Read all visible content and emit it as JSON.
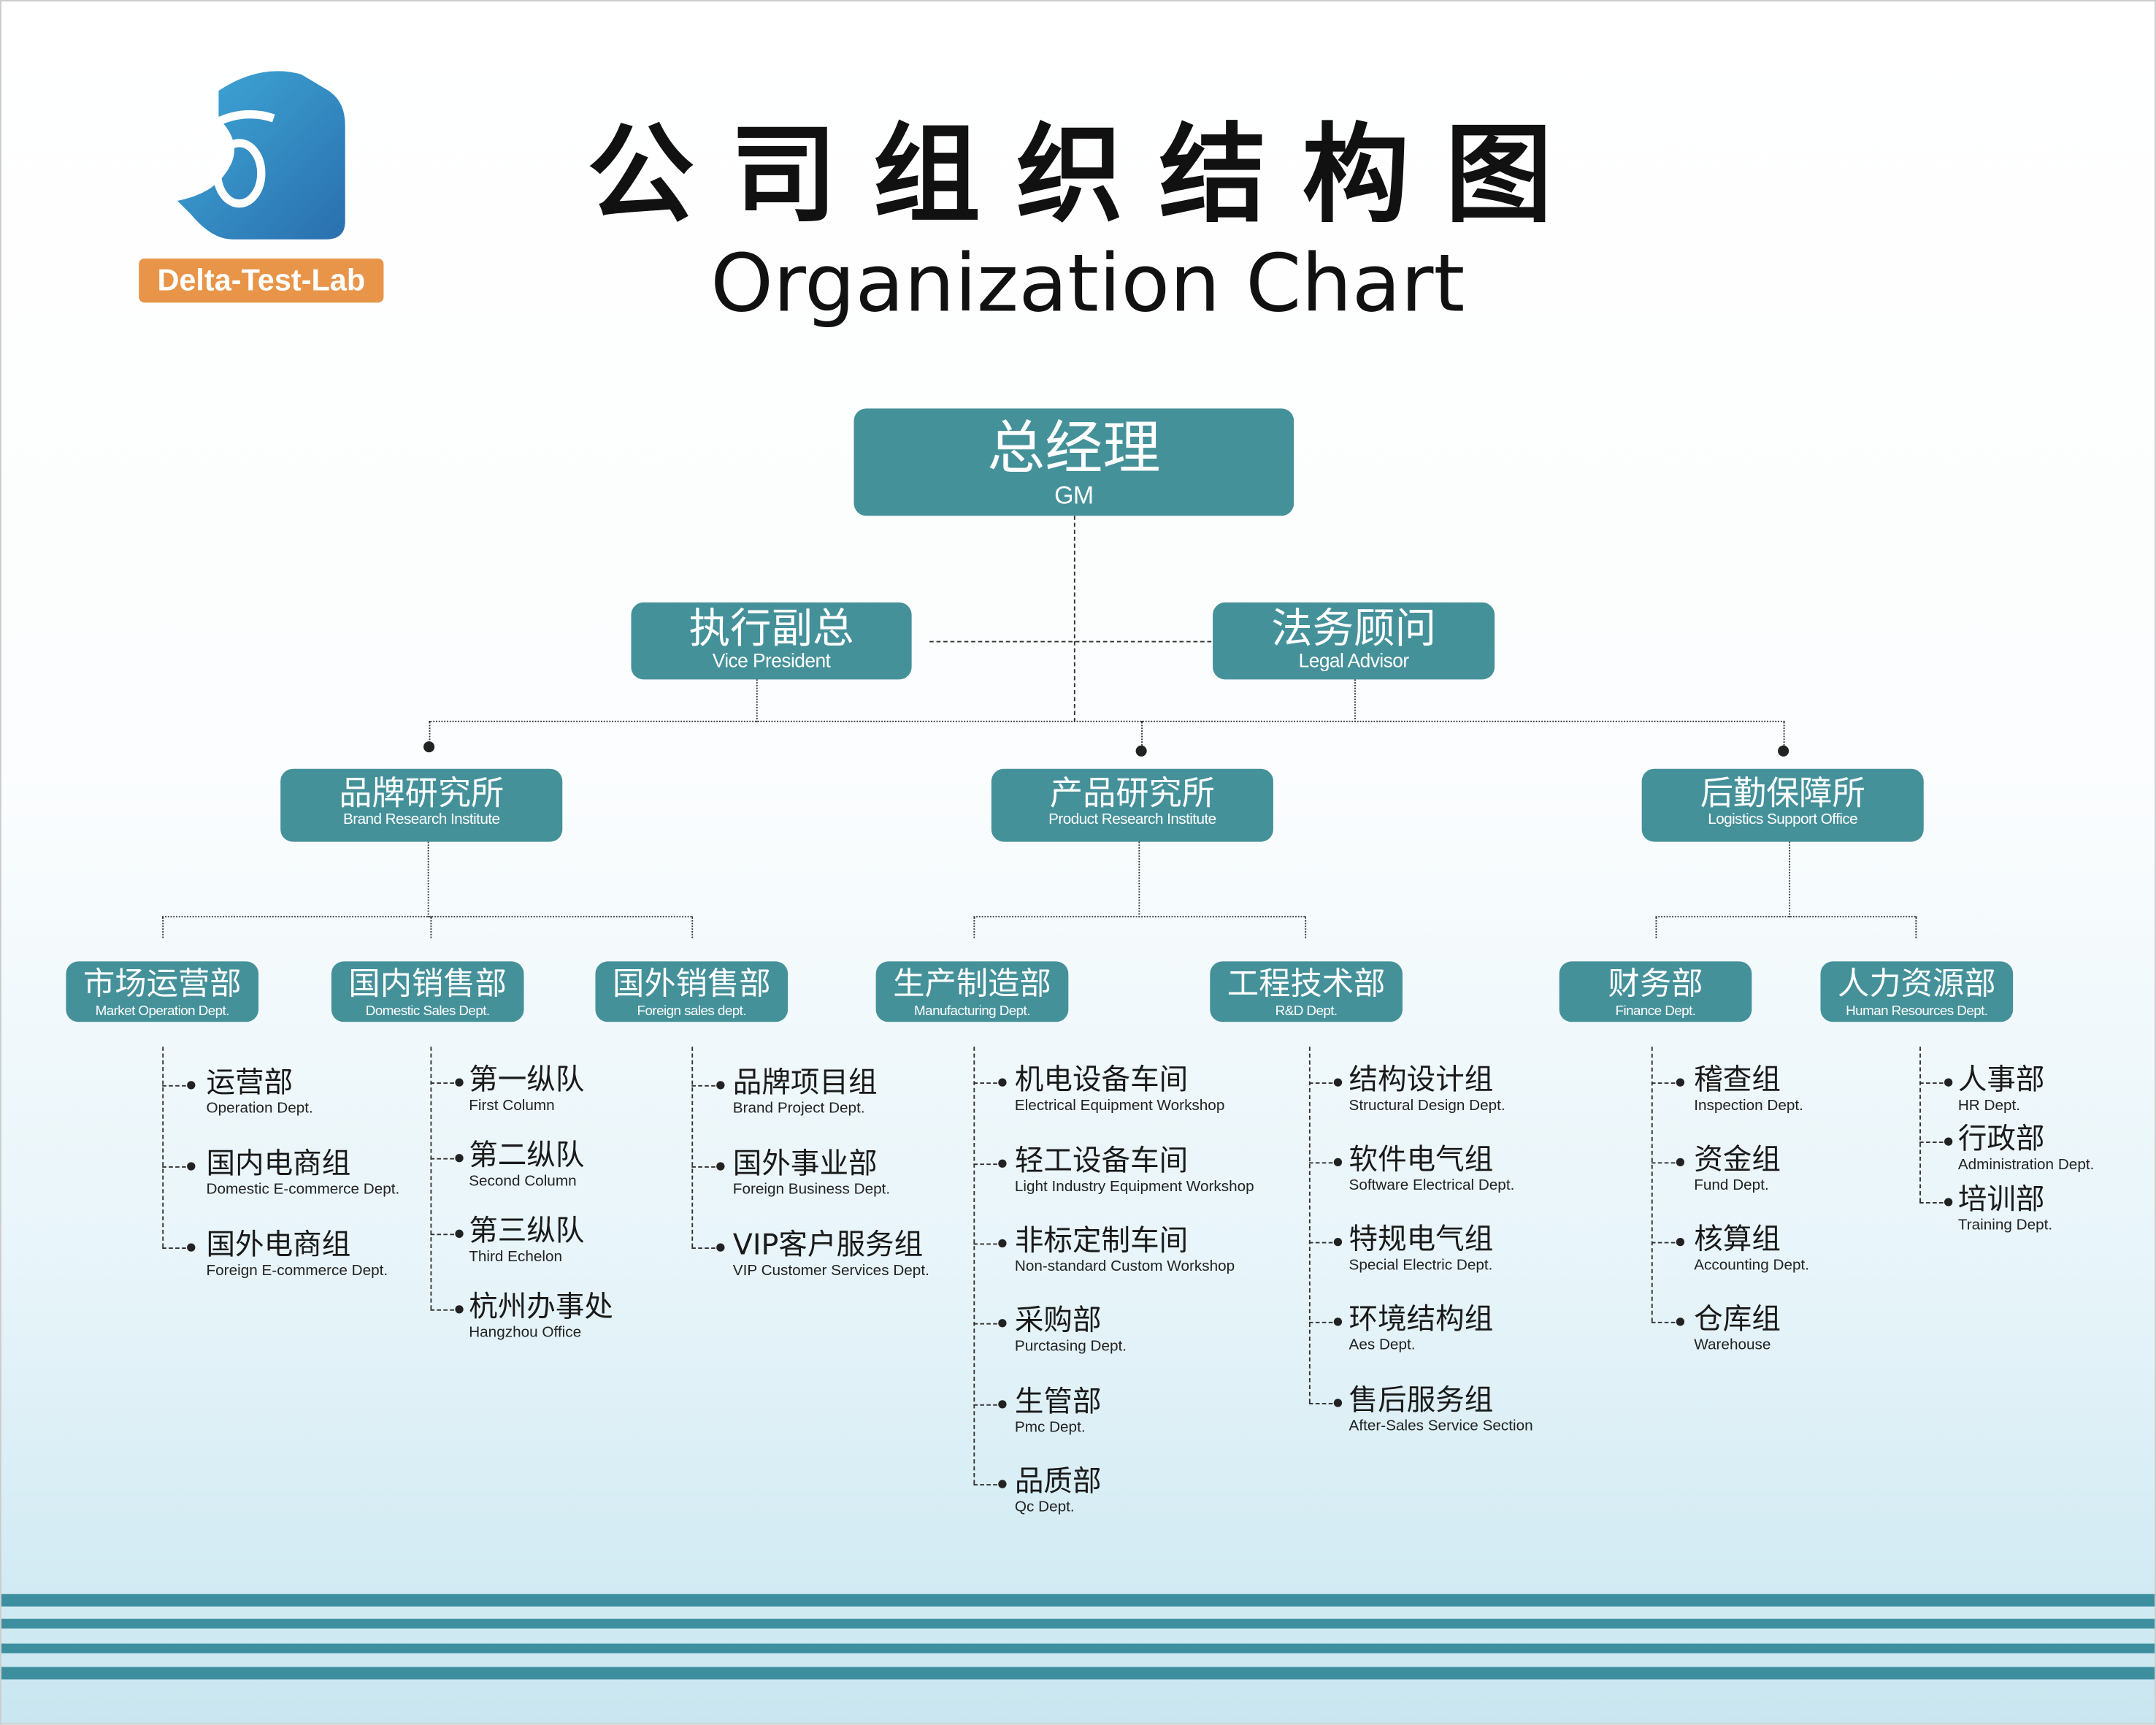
{
  "logo": {
    "text": "Delta-Test-Lab",
    "color": "#2e8fc4",
    "badge_color": "#e8954a"
  },
  "title": {
    "cn": "公司组织结构图",
    "en": "Organization Chart"
  },
  "colors": {
    "box": "#45919a",
    "stripe": "#3d8f9f"
  },
  "gm": {
    "cn": "总经理",
    "en": "GM"
  },
  "vp": {
    "cn": "执行副总",
    "en": "Vice President"
  },
  "legal": {
    "cn": "法务顾问",
    "en": "Legal Advisor"
  },
  "institutes": [
    {
      "cn": "品牌研究所",
      "en": "Brand Research Institute"
    },
    {
      "cn": "产品研究所",
      "en": "Product Research Institute"
    },
    {
      "cn": "后勤保障所",
      "en": "Logistics Support Office"
    }
  ],
  "departments": [
    {
      "cn": "市场运营部",
      "en": "Market Operation Dept.",
      "items": [
        {
          "cn": "运营部",
          "en": "Operation Dept."
        },
        {
          "cn": "国内电商组",
          "en": "Domestic E-commerce Dept."
        },
        {
          "cn": "国外电商组",
          "en": "Foreign E-commerce Dept."
        }
      ]
    },
    {
      "cn": "国内销售部",
      "en": "Domestic Sales Dept.",
      "items": [
        {
          "cn": "第一纵队",
          "en": "First Column"
        },
        {
          "cn": "第二纵队",
          "en": "Second Column"
        },
        {
          "cn": "第三纵队",
          "en": "Third Echelon"
        },
        {
          "cn": "杭州办事处",
          "en": "Hangzhou Office"
        }
      ]
    },
    {
      "cn": "国外销售部",
      "en": "Foreign sales dept.",
      "items": [
        {
          "cn": "品牌项目组",
          "en": "Brand Project Dept."
        },
        {
          "cn": "国外事业部",
          "en": "Foreign Business Dept."
        },
        {
          "cn": "VIP客户服务组",
          "en": "VIP Customer Services Dept."
        }
      ]
    },
    {
      "cn": "生产制造部",
      "en": "Manufacturing Dept.",
      "items": [
        {
          "cn": "机电设备车间",
          "en": "Electrical Equipment Workshop"
        },
        {
          "cn": "轻工设备车间",
          "en": "Light Industry Equipment Workshop"
        },
        {
          "cn": "非标定制车间",
          "en": "Non-standard Custom Workshop"
        },
        {
          "cn": "采购部",
          "en": "Purctasing Dept."
        },
        {
          "cn": "生管部",
          "en": "Pmc Dept."
        },
        {
          "cn": "品质部",
          "en": "Qc Dept."
        }
      ]
    },
    {
      "cn": "工程技术部",
      "en": "R&D Dept.",
      "items": [
        {
          "cn": "结构设计组",
          "en": "Structural Design Dept."
        },
        {
          "cn": "软件电气组",
          "en": "Software Electrical Dept."
        },
        {
          "cn": "特规电气组",
          "en": "Special Electric Dept."
        },
        {
          "cn": "环境结构组",
          "en": "Aes Dept."
        },
        {
          "cn": "售后服务组",
          "en": "After-Sales Service Section"
        }
      ]
    },
    {
      "cn": "财务部",
      "en": "Finance Dept.",
      "items": [
        {
          "cn": "稽查组",
          "en": "Inspection Dept."
        },
        {
          "cn": "资金组",
          "en": "Fund Dept."
        },
        {
          "cn": "核算组",
          "en": "Accounting Dept."
        },
        {
          "cn": "仓库组",
          "en": "Warehouse"
        }
      ]
    },
    {
      "cn": "人力资源部",
      "en": "Human Resources Dept.",
      "items": [
        {
          "cn": "人事部",
          "en": "HR Dept."
        },
        {
          "cn": "行政部",
          "en": "Administration Dept."
        },
        {
          "cn": "培训部",
          "en": "Training Dept."
        }
      ]
    }
  ]
}
